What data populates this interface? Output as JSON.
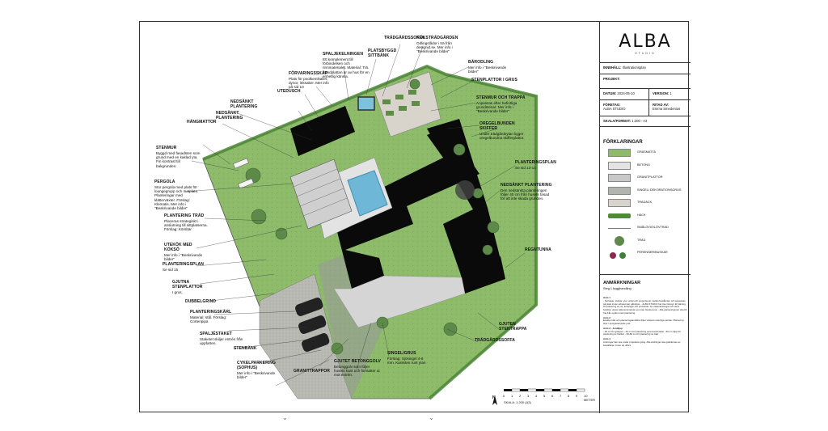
{
  "logo": {
    "name": "ALBA",
    "sub": "STUDIO"
  },
  "titleblock": {
    "inneh_label": "INNEHÅLL:",
    "inneh_value": "Illustrationsplan",
    "projekt_label": "PROJEKT:",
    "datum_label": "DATUM:",
    "datum_value": "2024-05-10",
    "version_label": "VERSION:",
    "version_value": "1",
    "foretag_label": "FÖRETAG:",
    "foretag_value": "ALBA STUDIO",
    "ritad_label": "RITAD AV:",
    "ritad_value": "Emma Smedenius",
    "skala_label": "SKALA/FORMAT:",
    "skala_value": "1:200 - A3"
  },
  "legend": {
    "title": "FÖRKLARINGAR",
    "items": [
      {
        "label": "GRÄSMATTA",
        "color": "#8dbb6a",
        "kind": "fill"
      },
      {
        "label": "BETONG",
        "color": "#e3e3e3",
        "kind": "fill"
      },
      {
        "label": "GRANITPLATTOR",
        "color": "#c8c8c8",
        "kind": "fill"
      },
      {
        "label": "SINGEL/ DEKORATIONSGRUS",
        "color": "#b2b5ad",
        "kind": "fill"
      },
      {
        "label": "TRÄDÄCK",
        "color": "#d9d4cb",
        "kind": "fill"
      },
      {
        "label": "HÄCK",
        "color": "#4f8a38",
        "kind": "hedge"
      },
      {
        "label": "SMÅLÖVIG/LÖVTRÄD",
        "color": "#777777",
        "kind": "line"
      },
      {
        "label": "TRÄD",
        "color": "#5d8a4a",
        "kind": "tree"
      },
      {
        "label": "PERENNER/BUSKAR",
        "color": "#8b2a4a",
        "kind": "dots"
      }
    ]
  },
  "notes": {
    "title": "ANMÄRKNINGAR",
    "sub": "Steg 1 bygghandling",
    "blocks": [
      {
        "h": "Anm 1",
        "t": "- Storlekar, stolpar, ytor, antal och proportioner mellan bestånden och anpassas på plats innan arbetet kan påbörjas. - ALBA STUDIO har inte hänsyn till räkning vid placering av rör, ledningar och jordvärde. Se vattenledningar och dess funktion utöver alla kommande som kan förekomma. - Alla planteringsytor ska bli fria från ogräs innan plantering."
      },
      {
        "h": "Anm 2",
        "t": "Exakta mått och planteringsavstånd följer växtens naturliga storlek. Plantering sker i kompletterande jord."
      },
      {
        "h": "Anm 3 - Jorddjup",
        "t": "- 30 cm för gräsytor - 40 cm för plantering perenner/buskar - 50 cm djup för plantering av häckar - 60-80 cm för plantering av träd"
      },
      {
        "h": "Anm 4",
        "t": "Ändringar kan ske under projektets gång. Alla ändringar ska godkännas av beställaren innan de utförs."
      }
    ]
  },
  "callouts": {
    "tradgardssoffa_top": {
      "t": "TRÄDGÅRDSSOFFA",
      "d": ""
    },
    "kokstradgarden": {
      "t": "KÖKSTRÄDGÅRDEN",
      "d": "Odlingslådor i trä från designid.se. Mer info i \"Beskrivande bilder\""
    },
    "platsbyggd": {
      "t": "PLATSBYGGD SITTBÄNK",
      "d": ""
    },
    "spaljekeln": {
      "t": "SPALJEKELNINGEN",
      "d": "Ett komplement till förbindelsen och rinnmaterialet. Material: Trä. Sandplattan är av hus för en enhetlig känsla."
    },
    "forvaringsskap": {
      "t": "FÖRVARINGSSKÅP",
      "d": "Plats för poolkemikalier, dynor, leksaker. Mer info på sid 10"
    },
    "utedusch": {
      "t": "UTEDUSCH",
      "d": ""
    },
    "nedsankt1": {
      "t": "NEDSÄNKT PLANTERING",
      "d": ""
    },
    "nedsankt2": {
      "t": "NEDSÄNKT PLANTERING",
      "d": ""
    },
    "hangmattor": {
      "t": "HÄNGMATTOR",
      "d": ""
    },
    "stenmur_left": {
      "t": "STENMUR",
      "d": "Byggd med fasadsten som grund med en kaklad yta. Fin kontrast till bakgrunden."
    },
    "pergola": {
      "t": "PERGOLA",
      "d": "Stor pergola med plats för loungegrupp och matplats. Planteringar med klätterväxter. Förslag: Klematis. Mer info i \"Beskrivande bilder\""
    },
    "plantering_trad": {
      "t": "PLANTERING TRÄD",
      "d": "Placeras strategiskt i anslutning till sittplatserna. Förslag: Körsbär"
    },
    "utekok": {
      "t": "UTEKÖK MED KÖKSÖ",
      "d": "Mer info i \"Beskrivande bilder\""
    },
    "planteringsplan_left": {
      "t": "PLANTERINGSPLAN",
      "d": "Se sid 15"
    },
    "gjutna": {
      "t": "GJUTNA STENPLATTOR",
      "d": "I grus."
    },
    "dubbelgrind": {
      "t": "DUBBELGRIND",
      "d": ""
    },
    "planteringskarl": {
      "t": "PLANTERINGSKÄRL",
      "d": "Material: stål. Förslag: Cortenpipa"
    },
    "spaljestaket": {
      "t": "SPALJÉSTAKET",
      "d": "Staketet skiljer entrén från uppfarten."
    },
    "stenbank": {
      "t": "STENBÄNK",
      "d": ""
    },
    "cykel": {
      "t": "CYKELPARKERING (SOPHUS)",
      "d": "Mer info i \"Beskrivande bilder\""
    },
    "granittrappor": {
      "t": "GRANITTRAPPOR",
      "d": ""
    },
    "gjutet": {
      "t": "GJUTET BETONGGOLV",
      "d": "Betonggolv som följer husets kant och fortsätter ut mot entrén."
    },
    "singel": {
      "t": "SINGEL/GRUS",
      "d": "Förslag: Sjösingel 4-8 mm. Kantsten runt ytan"
    },
    "tradgardssoffa_bottom": {
      "t": "TRÄDGÅRDSSOFFA",
      "d": ""
    },
    "gjuten_trappa": {
      "t": "GJUTEN STENTRAPPA",
      "d": ""
    },
    "regntunna": {
      "t": "REGNTUNNA",
      "d": ""
    },
    "nedsankt_right": {
      "t": "NEDSÄNKT PLANTERING",
      "d": "Den nedsänkta planteringen följer 40 cm från husets fasad för att inte skada grunden."
    },
    "planteringsplan_right": {
      "t": "PLANTERINGSPLAN",
      "d": "Se sid 13-14"
    },
    "oregelbunden": {
      "t": "OREGELBUNDEN SKIFFER",
      "d": "Under trädgårdsytan ligger oregelbundna skifferplattor."
    },
    "stenmur_trappa": {
      "t": "STENMUR OCH TRAPPA",
      "d": "Anpassas efter befintliga grundstenar. Mer info i \"Beskrivande bilder\""
    },
    "stenplattor": {
      "t": "STENPLATTOR I GRUS",
      "d": ""
    },
    "barodling": {
      "t": "BÄRODLING",
      "d": "Mer info i \"Beskrivande bilder\""
    }
  },
  "scale": {
    "ticks": [
      "0",
      "1",
      "2",
      "3",
      "4",
      "5",
      "6",
      "7",
      "8",
      "9",
      "10 METER"
    ],
    "label": "SKALA: 1:200 (A3)",
    "north": "N"
  }
}
